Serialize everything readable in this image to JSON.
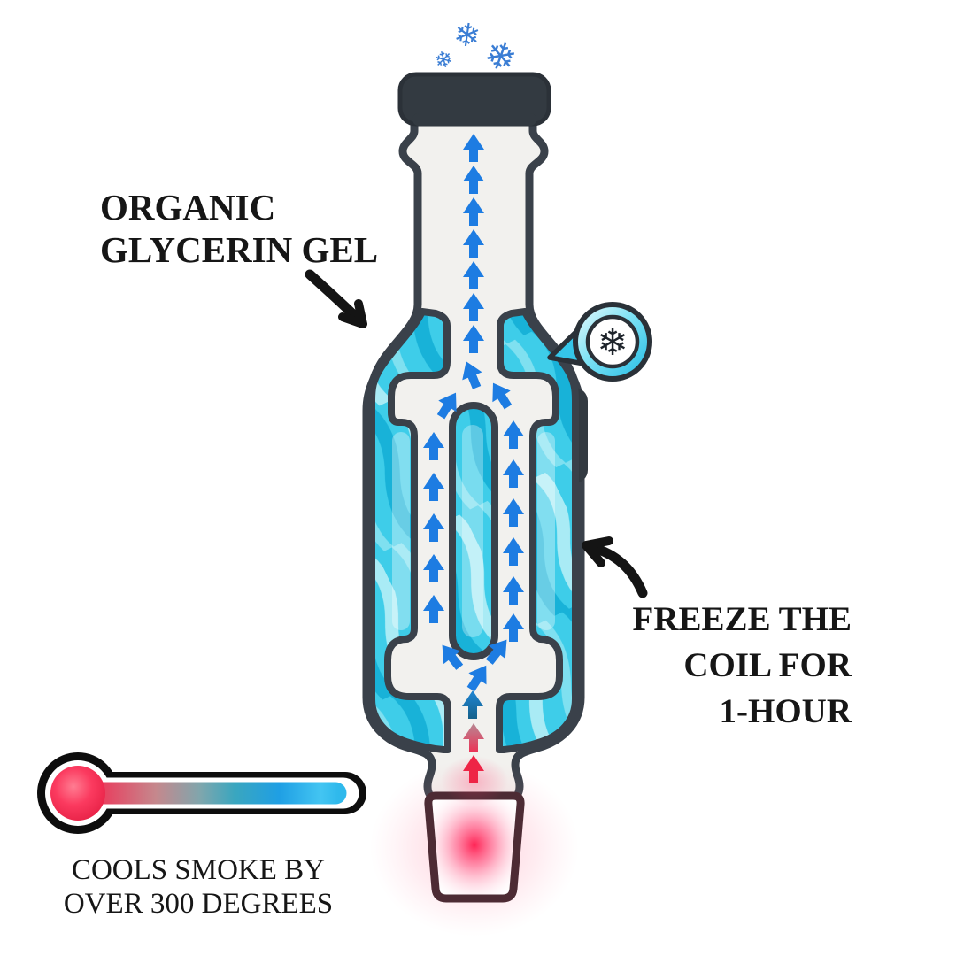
{
  "page": {
    "background": "#ffffff"
  },
  "labels": {
    "organic_gel": {
      "lines": [
        "ORGANIC",
        "GLYCERIN GEL"
      ]
    },
    "freeze_coil": {
      "lines": [
        "FREEZE THE",
        "COIL FOR",
        "1-HOUR"
      ]
    },
    "cools_smoke": {
      "lines": [
        "COOLS SMOKE BY",
        "OVER 300 DEGREES"
      ]
    }
  },
  "icons": {
    "snowflake_glyph": "❄",
    "callout_snowflake": "snowflake-in-magnifier-bubble",
    "thermometer": "hot-to-cold-thermometer"
  },
  "colors": {
    "page_bg": "#ffffff",
    "text": "#161616",
    "outline": "#3a414a",
    "cap": "#333a41",
    "body_fill": "#f2f1ee",
    "gel_base": "#3ecde9",
    "gel_light": "#a9ebf5",
    "gel_dark": "#18b2d8",
    "gel_soft": "#7fe0f0",
    "arrow_blue": "#1d7ce2",
    "arrow_red": "#ee2446",
    "glow_red": "#ff1a4d",
    "joint_stroke": "#4d2b34",
    "snowflake_blue": "#3a7dd4",
    "callout_cyan": "#35c6e9",
    "thermo_hot": "#ef3156",
    "thermo_cold": "#43c5f2",
    "annotation_ink": "#141414"
  }
}
